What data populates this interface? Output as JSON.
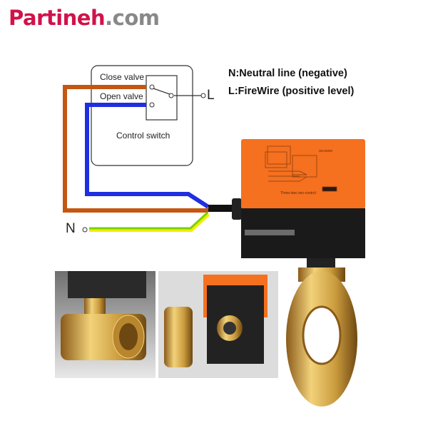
{
  "logo": {
    "brand": "Partineh",
    "tld": ".com"
  },
  "switch": {
    "close_label": "Close valve",
    "open_label": "Open valve",
    "title": "Control switch",
    "l_label": "L",
    "n_label": "N"
  },
  "legend": {
    "neutral": "N:Neutral line (negative)",
    "fire": "L:FireWire (positive level)"
  },
  "actuator": {
    "model": "SEV5000",
    "caption": "Three-lanc two-control"
  },
  "colors": {
    "orange_wire": "#c4560f",
    "blue_wire": "#1f2fe0",
    "green_wire": "#7fd000",
    "yellow_wire": "#f0f000",
    "actuator_orange": "#f5701f",
    "actuator_black": "#1a1a1a",
    "brass": "#c99a3c"
  }
}
